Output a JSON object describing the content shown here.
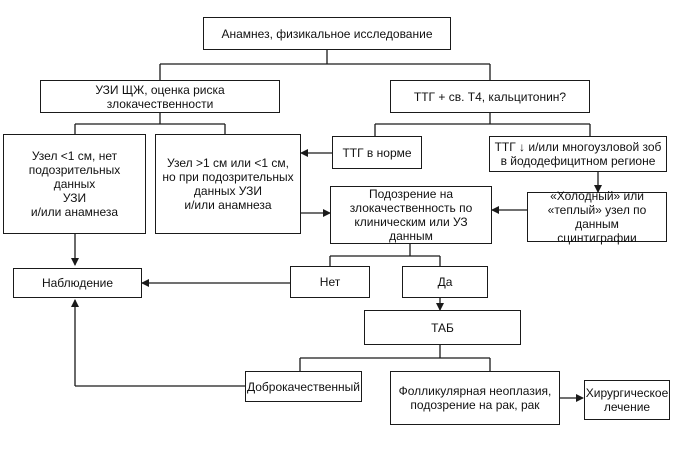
{
  "colors": {
    "line": "#1a1a1a",
    "box_border": "#1a1a1a",
    "text": "#111111",
    "background": "#ffffff"
  },
  "nodes": {
    "anamnesis": "Анамнез, физикальное исследование",
    "us_risk": "УЗИ ЩЖ, оценка риска злокачественности",
    "ttg_tests": "ТТГ + св. Т4, кальцитонин?",
    "node_small": "Узел <1 см, нет\nподозрительных данных\nУЗИ\nи/или анамнеза",
    "node_large": "Узел >1 см или <1 см,\nно при подозрительных\nданных УЗИ\nи/или анамнеза",
    "ttg_normal": "ТТГ в норме",
    "ttg_low": "ТТГ ↓ и/или многоузловой зоб\nв йододефицитном регионе",
    "suspicion": "Подозрение на\nзлокачественность по\nклиническим или УЗ данным",
    "scintigraphy": "«Холодный» или\n«теплый» узел по данным\nсцинтиграфии",
    "observation": "Наблюдение",
    "no": "Нет",
    "yes": "Да",
    "fnab": "ТАБ",
    "benign": "Доброкачественный",
    "follicular": "Фолликулярная неоплазия,\nподозрение на рак, рак",
    "surgery": "Хирургическое\nлечение"
  }
}
